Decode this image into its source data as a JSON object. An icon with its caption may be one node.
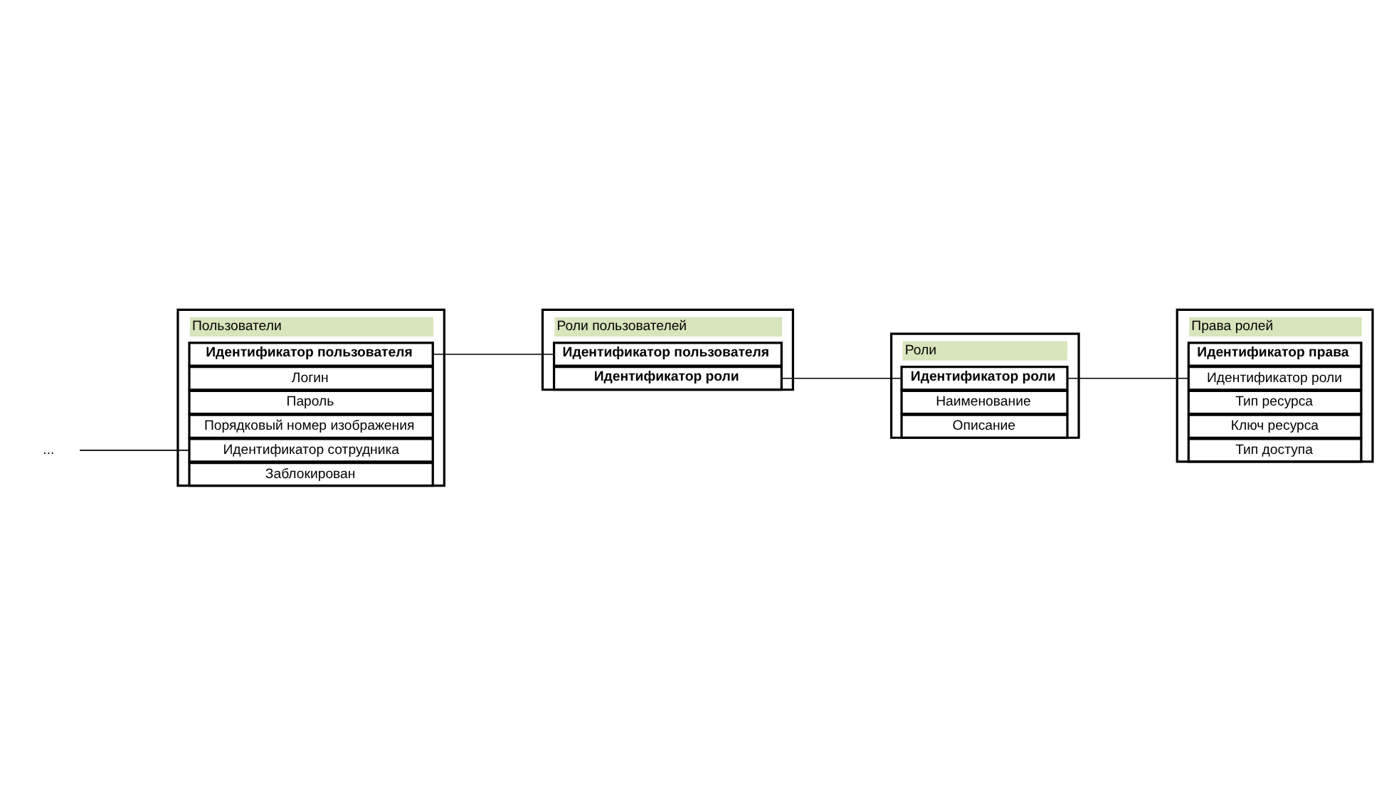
{
  "diagram": {
    "nodes": [
      {
        "text": [
          "Пользователи"
        ]
      },
      {
        "text": [
          "Идентификатор пользователя"
        ],
        "in": 0
      },
      {
        "text": [
          "Логин"
        ],
        "in": 0
      },
      {
        "text": [
          "Пароль"
        ],
        "in": 0
      },
      {
        "text": [
          "Порядковый номер изображения"
        ],
        "in": 0
      },
      {
        "text": [
          "Идентификатор сотрудника"
        ],
        "in": 0
      },
      {
        "text": [
          "Заблокирован"
        ],
        "in": 0
      },
      {
        "text": [
          "..."
        ]
      },
      {
        "text": [
          "Роли пользователей"
        ]
      },
      {
        "text": [
          "Идентификатор пользователя"
        ],
        "in": 8
      },
      {
        "text": [
          "Идентификатор роли"
        ],
        "in": 8
      },
      {
        "text": [
          "Роли"
        ]
      },
      {
        "text": [
          "Идентификатор роли"
        ],
        "in": 11
      },
      {
        "text": [
          "Наименование"
        ],
        "in": 11
      },
      {
        "text": [
          "Описание"
        ],
        "in": 11
      },
      {
        "text": [
          "Права ролей"
        ]
      },
      {
        "text": [
          "Идентификатор права"
        ],
        "in": 15
      },
      {
        "text": [
          "Идентификатор роли"
        ],
        "in": 15
      },
      {
        "text": [
          "Тип ресурса"
        ],
        "in": 15
      },
      {
        "text": [
          "Ключ ресурса"
        ],
        "in": 15
      },
      {
        "text": [
          "Тип доступа"
        ],
        "in": 15
      }
    ],
    "edges": [
      {
        "from": 7,
        "to": 5,
        "arrow": "none"
      },
      {
        "from": 1,
        "to": 9,
        "arrow": "none"
      },
      {
        "from": 10,
        "to": 12,
        "arrow": "none"
      },
      {
        "from": 12,
        "to": 17,
        "arrow": "none"
      }
    ]
  }
}
